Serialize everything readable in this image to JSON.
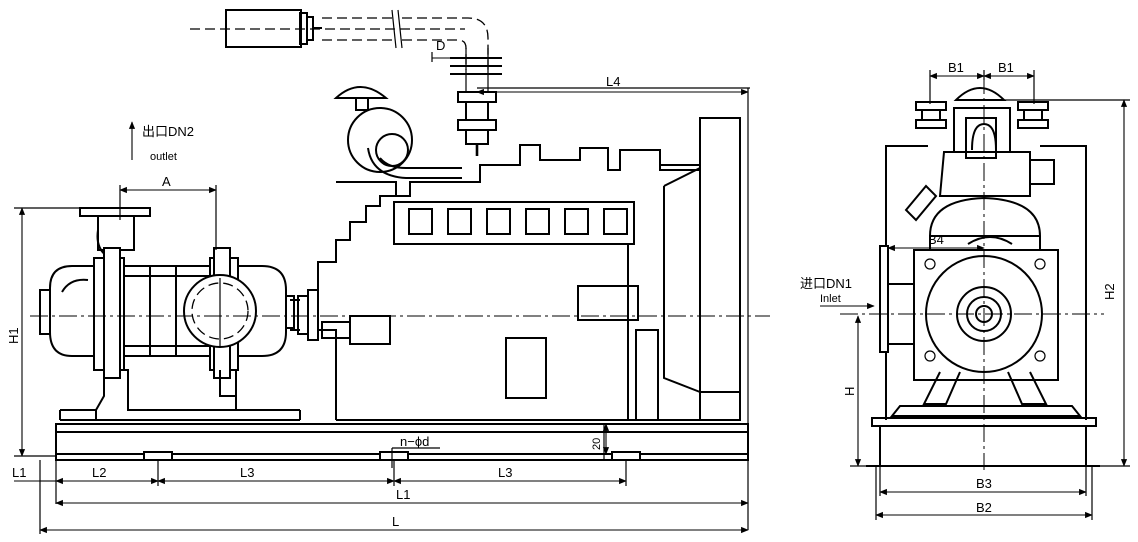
{
  "front_view": {
    "outlet_label": "出口DN2",
    "outlet_sub": "outlet",
    "dims": {
      "A": "A",
      "D": "D",
      "L4": "L4",
      "H1": "H1",
      "n_phi_d": "n−ϕd",
      "thk_20": "20",
      "L1_left": "L1",
      "L2": "L2",
      "L3_a": "L3",
      "L3_b": "L3",
      "L1_total": "L1",
      "L": "L"
    }
  },
  "side_view": {
    "inlet_label": "进口DN1",
    "inlet_sub": "Inlet",
    "dims": {
      "B1_a": "B1",
      "B1_b": "B1",
      "B4": "B4",
      "H2": "H2",
      "H": "H",
      "B3": "B3",
      "B2": "B2"
    }
  }
}
